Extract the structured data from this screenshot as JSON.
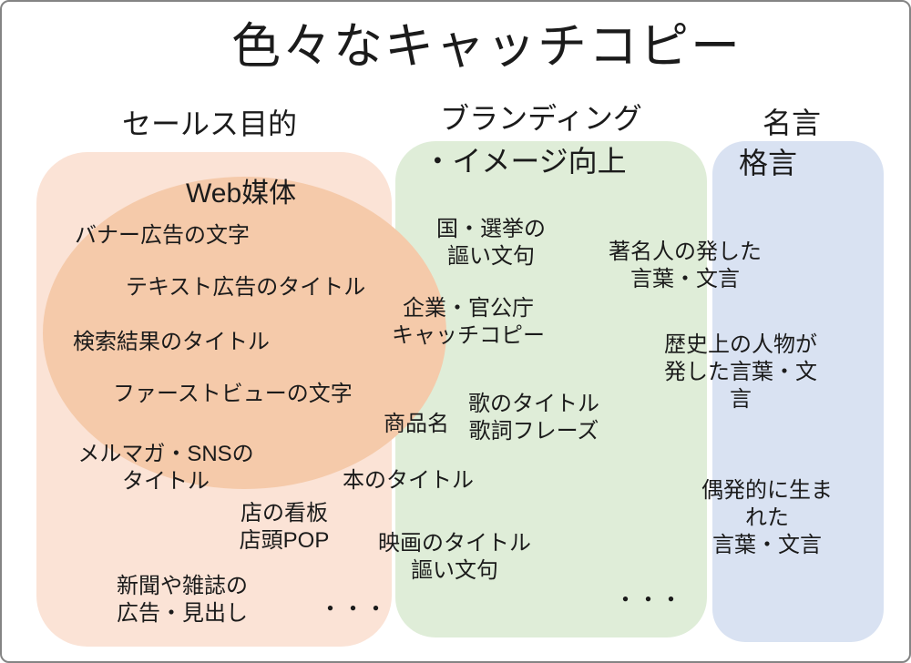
{
  "title": "色々なキャッチコピー",
  "colors": {
    "sales_region": "#fbe3d6",
    "web_media_ellipse": "#f5caaa",
    "branding_region": "#dfedd8",
    "quotes_region": "#d9e2f2",
    "text": "#1b1b1b",
    "frame_border": "#848484"
  },
  "sales": {
    "heading": "セールス目的",
    "web": {
      "heading": "Web媒体",
      "items": [
        "バナー広告の文字",
        "テキスト広告のタイトル",
        "検索結果のタイトル",
        "ファーストビューの文字"
      ]
    },
    "items": [
      "メルマガ・SNSの\nタイトル",
      "店の看板\n店頭POP",
      "新聞や雑誌の\n広告・見出し"
    ],
    "ellipsis": "・・・"
  },
  "branding": {
    "heading_line1": "ブランディング",
    "heading_line2": "・イメージ向上",
    "items": [
      "国・選挙の\n謳い文句",
      "企業・官公庁\nキャッチコピー",
      "商品名",
      "歌のタイトル\n歌詞フレーズ",
      "本のタイトル",
      "映画のタイトル\n謳い文句"
    ],
    "ellipsis": "・・・"
  },
  "quotes": {
    "heading_line1": "名言",
    "heading_line2": "格言",
    "items": [
      "著名人の発した\n言葉・文言",
      "歴史上の人物が\n発した言葉・文言",
      "偶発的に生まれた\n言葉・文言"
    ]
  }
}
